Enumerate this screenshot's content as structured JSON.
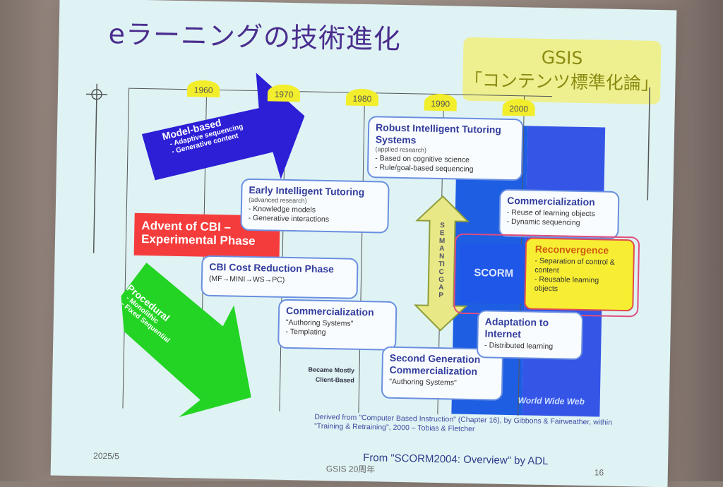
{
  "title": "eラーニングの技術進化",
  "gsis_box": {
    "line1": "GSIS",
    "line2": "「コンテンツ標準化論」"
  },
  "years": [
    "1960",
    "1970",
    "1980",
    "1990",
    "2000"
  ],
  "arrows": {
    "model_based": {
      "title": "Model-based",
      "items": "- Adaptive sequencing\n- Generative content"
    },
    "procedural": {
      "title": "Procedural",
      "items": "- Monolithic\n- Fixed Sequential"
    },
    "semantic_gap": "SEMANTIC GAP"
  },
  "boxes": {
    "advent": "Advent of CBI – Experimental Phase",
    "early_its": {
      "title": "Early Intelligent Tutoring",
      "sub": "(advanced research)",
      "items": "- Knowledge models\n- Generative interactions"
    },
    "robust_its": {
      "title": "Robust Intelligent Tutoring Systems",
      "sub": "(applied research)",
      "items": "- Based on cognitive science\n- Rule/goal-based sequencing"
    },
    "cbi_cost": {
      "title": "CBI Cost Reduction Phase",
      "items": "(MF→MINI→WS→PC)"
    },
    "commercialization1": {
      "title": "Commercialization",
      "items": "\"Authoring Systems\"\n- Templating"
    },
    "second_gen": {
      "title": "Second Generation Commercialization",
      "items": "\"Authoring Systems\""
    },
    "commercialization2": {
      "title": "Commercialization",
      "items": "- Reuse of learning objects\n- Dynamic sequencing"
    },
    "scorm": "SCORM",
    "reconvergence": {
      "title": "Reconvergence",
      "items": "- Separation of control & content\n- Reusable learning objects"
    },
    "adaptation": {
      "title": "Adaptation to Internet",
      "items": "- Distributed learning"
    }
  },
  "labels": {
    "became_mostly": "Became Mostly\nClient-Based",
    "www": "World Wide Web"
  },
  "citation": "Derived from \"Computer Based Instruction\" (Chapter 16), by Gibbons & Fairweather, within \"Training & Retraining\", 2000 – Tobias & Fletcher",
  "from_line": "From \"SCORM2004: Overview\" by ADL",
  "footer": {
    "date": "2025/5",
    "center": "GSIS 20周年",
    "page": "16"
  },
  "colors": {
    "slide_bg": "#dff3f5",
    "blue_arrow": "#2c1fd6",
    "green_arrow": "#24d424",
    "red_box": "#f53c3c",
    "yellow": "#f7ed32",
    "title": "#4a2d8d"
  }
}
